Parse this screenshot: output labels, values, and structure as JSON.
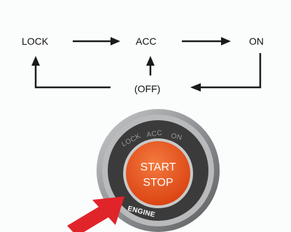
{
  "states": {
    "lock": "LOCK",
    "acc": "ACC",
    "on": "ON",
    "off": "(OFF)"
  },
  "button": {
    "start": "START",
    "stop": "STOP",
    "engine": "ENGINE",
    "ring_lock": "LOCK",
    "ring_acc": "ACC",
    "ring_on": "ON"
  },
  "colors": {
    "arrow": "#1a1a1a",
    "button_face": "#e8501c",
    "pointer_arrow": "#e0242a",
    "bezel": "#7c7e80",
    "ring": "#3b3b3b"
  }
}
